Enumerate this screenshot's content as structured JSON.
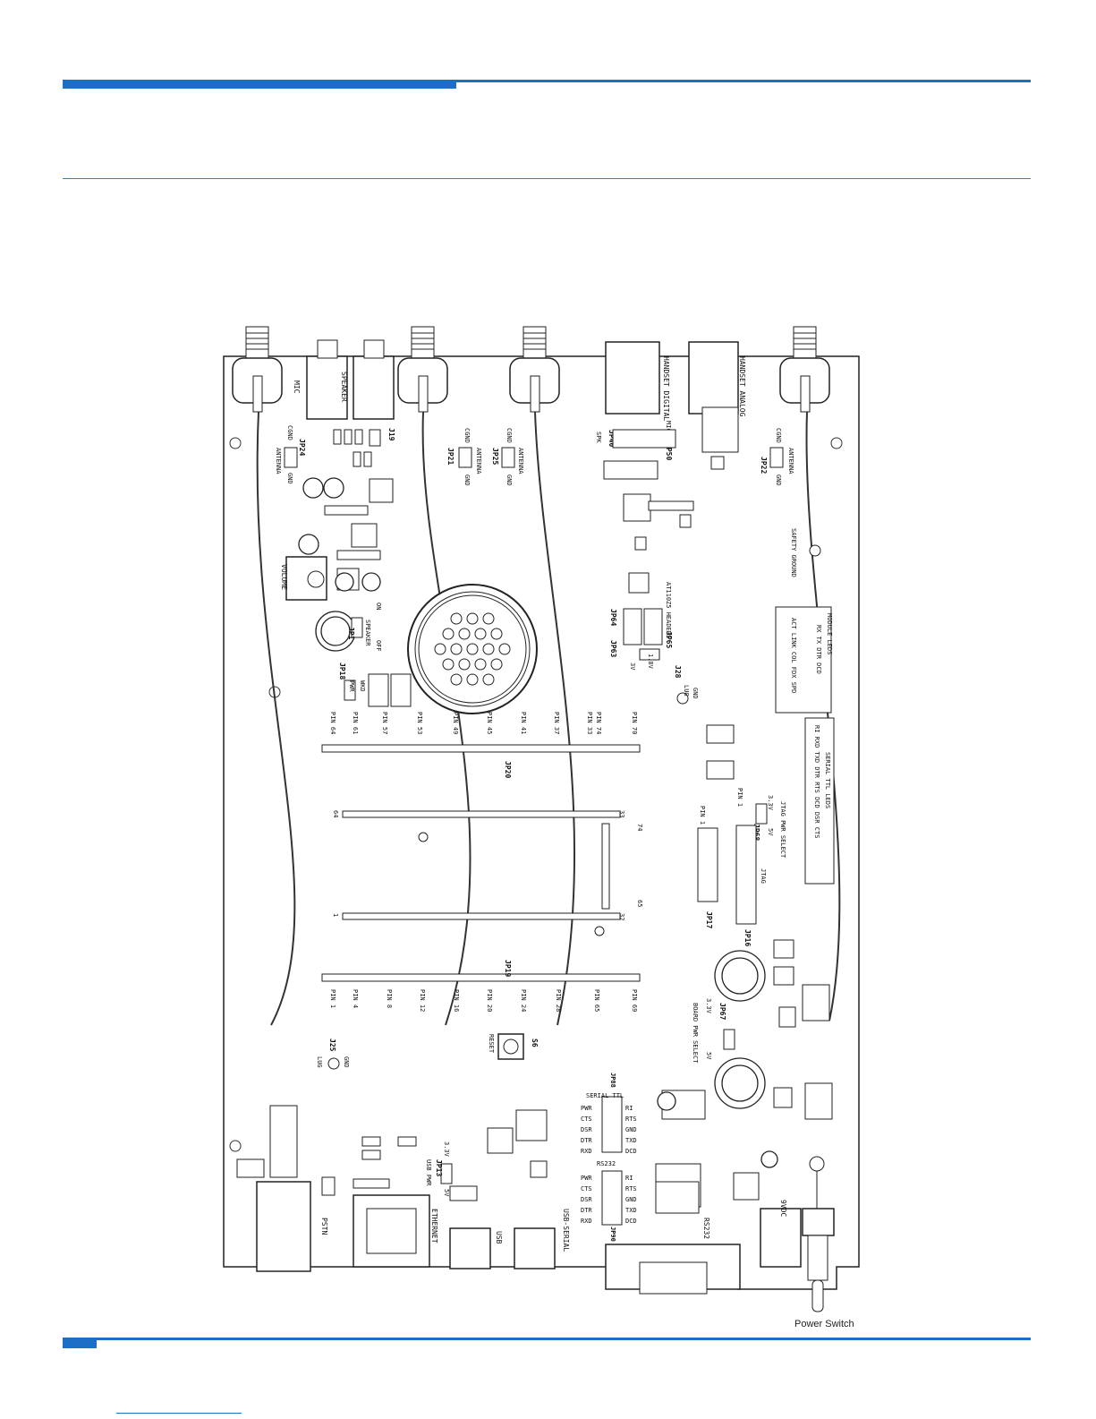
{
  "labels": {
    "mic": "MIC",
    "speaker": "SPEAKER",
    "handset_digital": "HANDSET DIGITAL",
    "handset_analog": "HANDSET ANALOG",
    "antenna": "ANTENNA",
    "gnd": "GND",
    "cgnd": "CGND",
    "jp24": "JP24",
    "jp21": "JP21",
    "jp25": "JP25",
    "jp22": "JP22",
    "jp19": "J19",
    "jp40": "JP40",
    "jp50": "JP50",
    "spk": "SPK",
    "volume": "VOLUME",
    "speaker_onoff": "SPEAKER",
    "on": "ON",
    "off": "OFF",
    "jp1": "JP1",
    "jp18": "JP18",
    "pwr": "PWR",
    "wkd": "WKD",
    "safety_ground": "SAFETY GROUND",
    "module_leds": "MODULE LEDS",
    "module_leds_row1": "RX TX DTR DCD",
    "module_leds_row2": "ACT LINK COL FDX SPD",
    "atmega_headers": "AT110Z5 HEADERS",
    "jp64": "JP64",
    "jp63": "JP63",
    "jp65": "JP65",
    "v18": "1.8V",
    "v3": "3V",
    "j28": "J28",
    "lug": "LUG",
    "serial_ttl_leds": "SERIAL TTL LEDS",
    "serial_ttl_row1": "RI RXD TXD DTR RTS DCD DSR CTS",
    "jtag_pwr_select": "JTAG PWR SELECT",
    "v33": "3.3V",
    "v5": "5V",
    "jp68": "JP68",
    "jtag": "JTAG",
    "jp16": "JP16",
    "jp17": "JP17",
    "pin1": "PIN 1",
    "jp20": "JP20",
    "jp19b": "JP19",
    "top_pins": [
      "PIN 64",
      "PIN 61",
      "PIN 57",
      "PIN 53",
      "PIN 49",
      "PIN 45",
      "PIN 41",
      "PIN 37",
      "PIN 33",
      "PIN 74",
      "PIN 70"
    ],
    "bottom_pins": [
      "PIN 1",
      "PIN 4",
      "PIN 8",
      "PIN 12",
      "PIN 16",
      "PIN 20",
      "PIN 24",
      "PIN 28",
      "PIN 65",
      "PIN 69"
    ],
    "socket_64": "64",
    "socket_33": "33",
    "socket_1": "1",
    "socket_32": "32",
    "socket_74": "74",
    "socket_65": "65",
    "board_pwr_select": "BOARD PWR SELECT",
    "jp67": "JP67",
    "s6": "S6",
    "reset": "RESET",
    "j25": "J25",
    "serial_ttl_hdr": "SERIAL TTL",
    "jp88": "JP88",
    "left_sig1": [
      "PWR",
      "CTS",
      "DSR",
      "DTR",
      "RXD"
    ],
    "right_sig1": [
      "RI",
      "RTS",
      "GND",
      "TXD",
      "DCD"
    ],
    "rs232": "RS232",
    "left_sig2": [
      "PWR",
      "CTS",
      "DSR",
      "DTR",
      "RXD"
    ],
    "right_sig2": [
      "RI",
      "RTS",
      "GND",
      "TXD",
      "DCD"
    ],
    "jp90": "JP90",
    "jp13": "JP13",
    "usb_pwr": "USB PWR",
    "pstn": "PSTN",
    "ethernet": "ETHERNET",
    "usb": "USB",
    "usb_serial": "USB-SERIAL",
    "rs232_conn": "RS232",
    "v9dc": "9VDC",
    "power_switch": "Power Switch"
  }
}
